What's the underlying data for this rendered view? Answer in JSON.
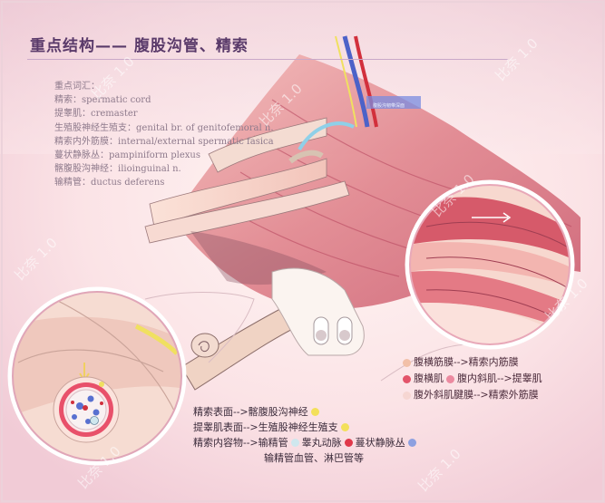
{
  "title": "重点结构—— 腹股沟管、精索",
  "terms": {
    "heading": "重点词汇：",
    "items": [
      "精索：spermatic cord",
      "提睾肌：cremaster",
      "生殖股神经生殖支：genital br. of genitofemoral n.",
      "精索内外筋膜：internal/external spermatic fasica",
      "蔓状静脉丛：pampiniform plexus",
      "髂腹股沟神经：ilioinguinal n.",
      "输精管：ductus deferens"
    ]
  },
  "legend_right": [
    {
      "text": "腹横筋膜-->精索内筋膜",
      "colors": [
        "#f2c0a8"
      ]
    },
    {
      "text_a": "腹横肌",
      "text_b": "腹内斜肌-->提睾肌",
      "colors": [
        "#e3546a",
        "#ec8aa0"
      ]
    },
    {
      "text": "腹外斜肌腱膜-->精索外筋膜",
      "colors": [
        "#f6d6d2"
      ]
    }
  ],
  "legend_bottom": {
    "line1": "精索表面-->髂腹股沟神经",
    "line2": "提睾肌表面-->生殖股神经生殖支",
    "line3_a": "精索内容物-->输精管",
    "line3_b": "睾丸动脉",
    "line3_c": "蔓状静脉丛",
    "line4": "输精管血管、淋巴管等",
    "colors": {
      "nerve": "#f3e05a",
      "vas": "#cfe7ee",
      "artery": "#e0384a",
      "vein": "#8da0e0"
    }
  },
  "watermark": "比奈 1.0",
  "small_label": "腹股沟韧带深面"
}
